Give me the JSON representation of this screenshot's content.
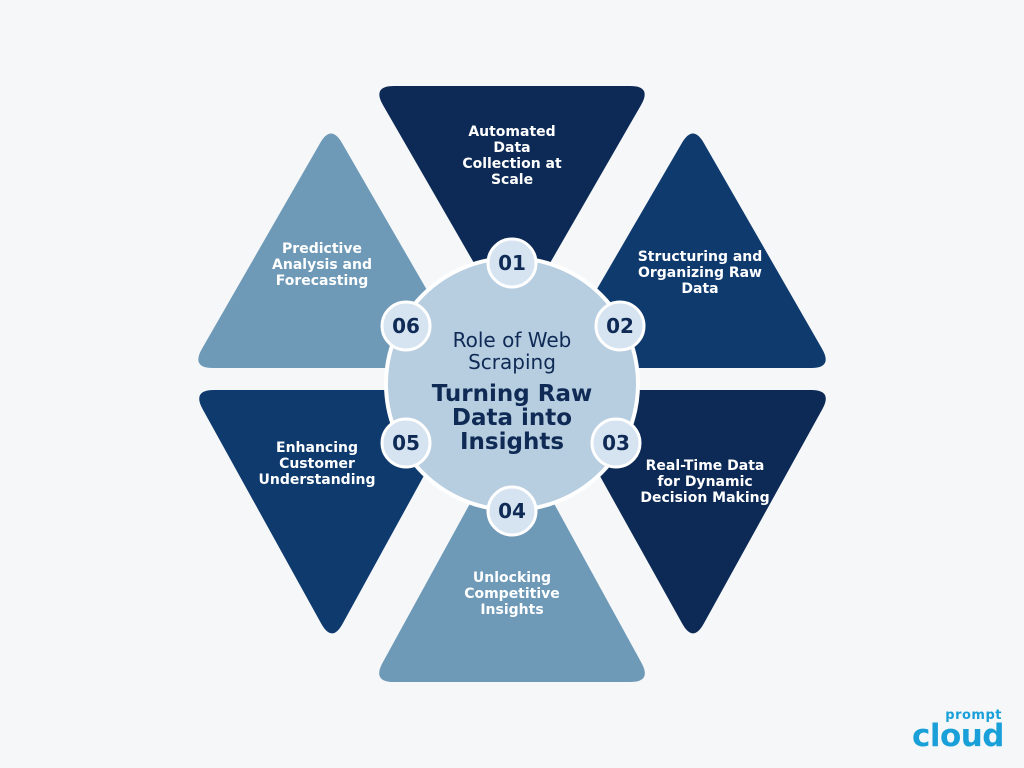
{
  "colors": {
    "background": "#f5f7f9",
    "segment_dark": "#0c2a55",
    "segment_mid": "#0e3a6e",
    "segment_light": "#6e9ab8",
    "center_fill": "#b7cde0",
    "badge_fill": "#d5e4f0",
    "text_dark": "#0e2a55",
    "logo": "#1aa0d8"
  },
  "center": {
    "subtitle_lines": [
      "Role of Web",
      "Scraping"
    ],
    "title_lines": [
      "Turning Raw",
      "Data into",
      "Insights"
    ]
  },
  "segments": [
    {
      "number": "01",
      "lines": [
        "Automated",
        "Data",
        "Collection at",
        "Scale"
      ],
      "shade": "dark"
    },
    {
      "number": "02",
      "lines": [
        "Structuring and",
        "Organizing Raw",
        "Data"
      ],
      "shade": "mid"
    },
    {
      "number": "03",
      "lines": [
        "Real-Time Data",
        "for Dynamic",
        "Decision Making"
      ],
      "shade": "dark"
    },
    {
      "number": "04",
      "lines": [
        "Unlocking",
        "Competitive",
        "Insights"
      ],
      "shade": "light"
    },
    {
      "number": "05",
      "lines": [
        "Enhancing",
        "Customer",
        "Understanding"
      ],
      "shade": "mid"
    },
    {
      "number": "06",
      "lines": [
        "Predictive",
        "Analysis and",
        "Forecasting"
      ],
      "shade": "light"
    }
  ],
  "logo": {
    "top_text": "prompt",
    "main_text": "cloud"
  }
}
